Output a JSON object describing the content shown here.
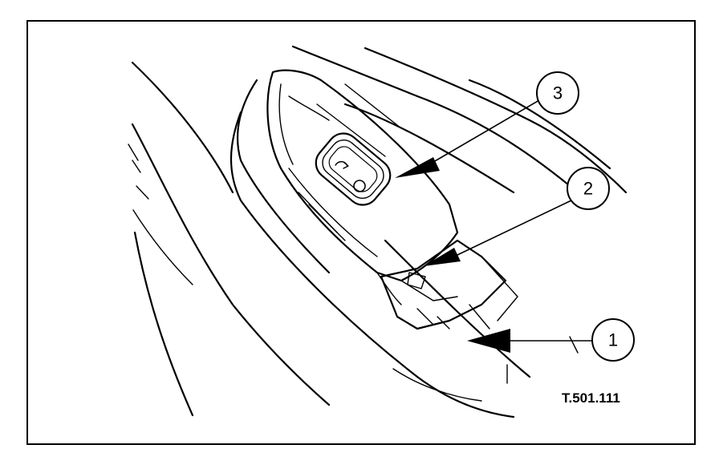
{
  "figure": {
    "reference_code": "T.501.111",
    "callouts": [
      {
        "id": "1",
        "label": "1"
      },
      {
        "id": "2",
        "label": "2"
      },
      {
        "id": "3",
        "label": "3"
      }
    ]
  }
}
